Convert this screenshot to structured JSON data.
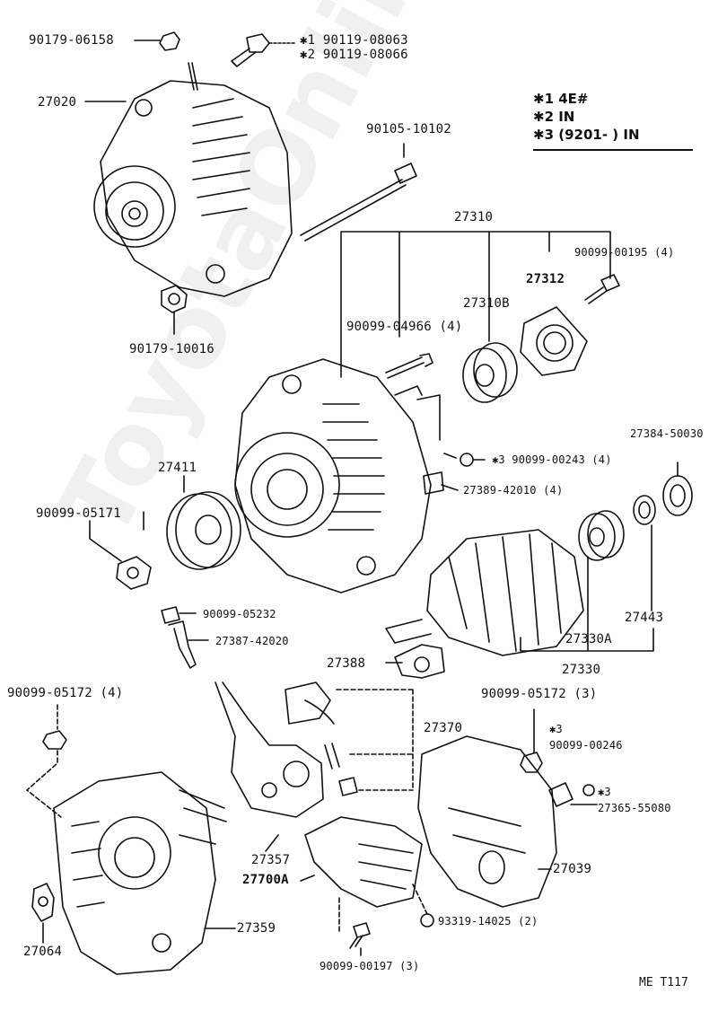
{
  "labels": {
    "p90179_06158": "90179-06158",
    "p90119_08063": "✱1 90119-08063",
    "p90119_08066": "✱2 90119-08066",
    "p27020": "27020",
    "p90105_10102": "90105-10102",
    "p27310": "27310",
    "p90099_00195": "90099-00195 (4)",
    "p27312": "27312",
    "p27310b": "27310B",
    "p90099_04966": "90099-04966 (4)",
    "p90179_10016": "90179-10016",
    "p27384_50030": "27384-50030",
    "p90099_00243": "✱3 90099-00243 (4)",
    "p27411": "27411",
    "p27389_42010": "27389-42010 (4)",
    "p90099_05171": "90099-05171",
    "p27443": "27443",
    "p27330a": "27330A",
    "p90099_05232": "90099-05232",
    "p27387_42020": "27387-42020",
    "p27388": "27388",
    "p27330": "27330",
    "p90099_05172_4": "90099-05172 (4)",
    "p90099_05172_3": "90099-05172 (3)",
    "p27370": "27370",
    "p3mark": "✱3",
    "p90099_00246": "90099-00246",
    "p5mark": "✱3",
    "p27365_55080": "27365-55080",
    "p27357": "27357",
    "p27700a": "27700A",
    "p27039": "27039",
    "p27064": "27064",
    "p27359": "27359",
    "p93319_14025": "93319-14025 (2)",
    "p90099_00197": "90099-00197 (3)"
  },
  "legend": {
    "row1": "✱1 4E#",
    "row2": "✱2 IN",
    "row3": "✱3 (9201-      ) IN"
  },
  "diagram_code": "ME  T117",
  "watermark": "ToyotaOnline.ru"
}
